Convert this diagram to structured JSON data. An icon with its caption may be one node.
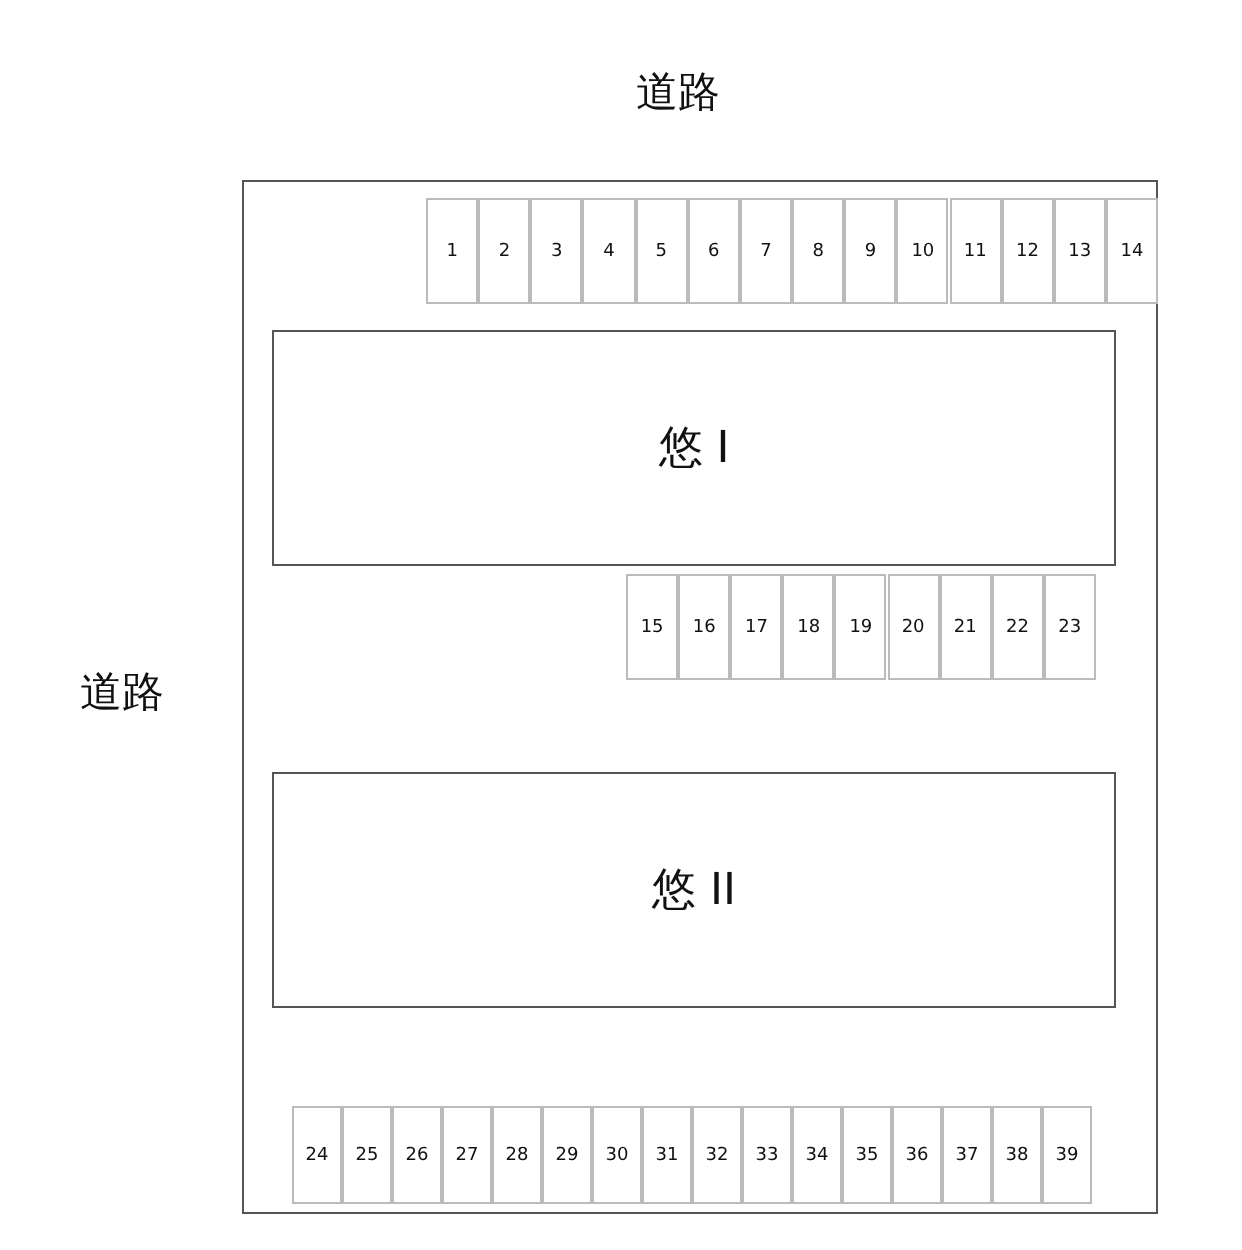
{
  "diagram": {
    "nodes": [
      {
        "text": [],
        "shape": "box"
      },
      {
        "text": [
          "1"
        ],
        "in": 0
      },
      {
        "text": [
          "2"
        ],
        "in": 0
      },
      {
        "text": [
          "3"
        ],
        "in": 0
      },
      {
        "text": [
          "4"
        ],
        "in": 0
      },
      {
        "text": [
          "5"
        ],
        "in": 0
      },
      {
        "text": [
          "6"
        ],
        "in": 0
      },
      {
        "text": [
          "7"
        ],
        "in": 0
      },
      {
        "text": [
          "8"
        ],
        "in": 0
      },
      {
        "text": [
          "9"
        ],
        "in": 0
      },
      {
        "text": [
          "10"
        ],
        "in": 0
      },
      {
        "text": [
          "11"
        ],
        "in": 0
      },
      {
        "text": [
          "12"
        ],
        "in": 0
      },
      {
        "text": [
          "13"
        ],
        "in": 0
      },
      {
        "text": [
          "14"
        ],
        "in": 0
      },
      {
        "text": [
          "悠 I"
        ],
        "in": 0
      },
      {
        "text": [
          "15"
        ],
        "in": 0
      },
      {
        "text": [
          "16"
        ],
        "in": 0
      },
      {
        "text": [
          "17"
        ],
        "in": 0
      },
      {
        "text": [
          "18"
        ],
        "in": 0
      },
      {
        "text": [
          "19"
        ],
        "in": 0
      },
      {
        "text": [
          "20"
        ],
        "in": 0
      },
      {
        "text": [
          "21"
        ],
        "in": 0
      },
      {
        "text": [
          "22"
        ],
        "in": 0
      },
      {
        "text": [
          "23"
        ],
        "in": 0
      },
      {
        "text": [
          "悠 II"
        ],
        "in": 0
      },
      {
        "text": [
          "24"
        ],
        "in": 0
      },
      {
        "text": [
          "25"
        ],
        "in": 0
      },
      {
        "text": [
          "26"
        ],
        "in": 0
      },
      {
        "text": [
          "27"
        ],
        "in": 0
      },
      {
        "text": [
          "28"
        ],
        "in": 0
      },
      {
        "text": [
          "29"
        ],
        "in": 0
      },
      {
        "text": [
          "30"
        ],
        "in": 0
      },
      {
        "text": [
          "31"
        ],
        "in": 0
      },
      {
        "text": [
          "32"
        ],
        "in": 0
      },
      {
        "text": [
          "33"
        ],
        "in": 0
      },
      {
        "text": [
          "34"
        ],
        "in": 0
      },
      {
        "text": [
          "35"
        ],
        "in": 0
      },
      {
        "text": [
          "36"
        ],
        "in": 0
      },
      {
        "text": [
          "37"
        ],
        "in": 0
      },
      {
        "text": [
          "38"
        ],
        "in": 0
      },
      {
        "text": [
          "39"
        ],
        "in": 0
      }
    ],
    "labels": [
      "道路",
      "道路"
    ]
  }
}
